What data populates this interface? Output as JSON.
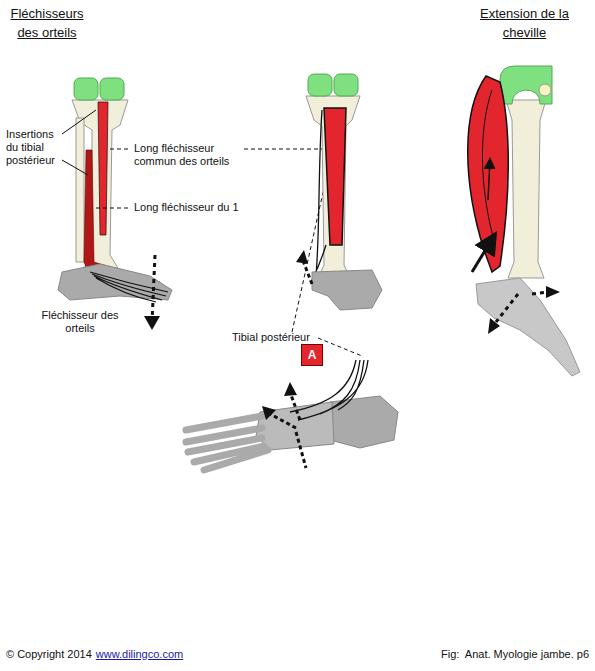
{
  "diagram": {
    "caption": "Fig:  Anat. Myologie jambe. p6",
    "nodes": [
      {
        "text": [
          "A"
        ]
      }
    ],
    "labels": [
      "Fléchisseurs des orteils",
      "Extension de la cheville",
      "Insertions du tibial postérieur",
      "Long fléchisseur commun des orteils",
      "Long fléchisseur du 1",
      "Fléchisseur des orteils",
      "Tibial postérieur",
      "© Copyright 2014",
      "www.dilingco.com"
    ]
  }
}
